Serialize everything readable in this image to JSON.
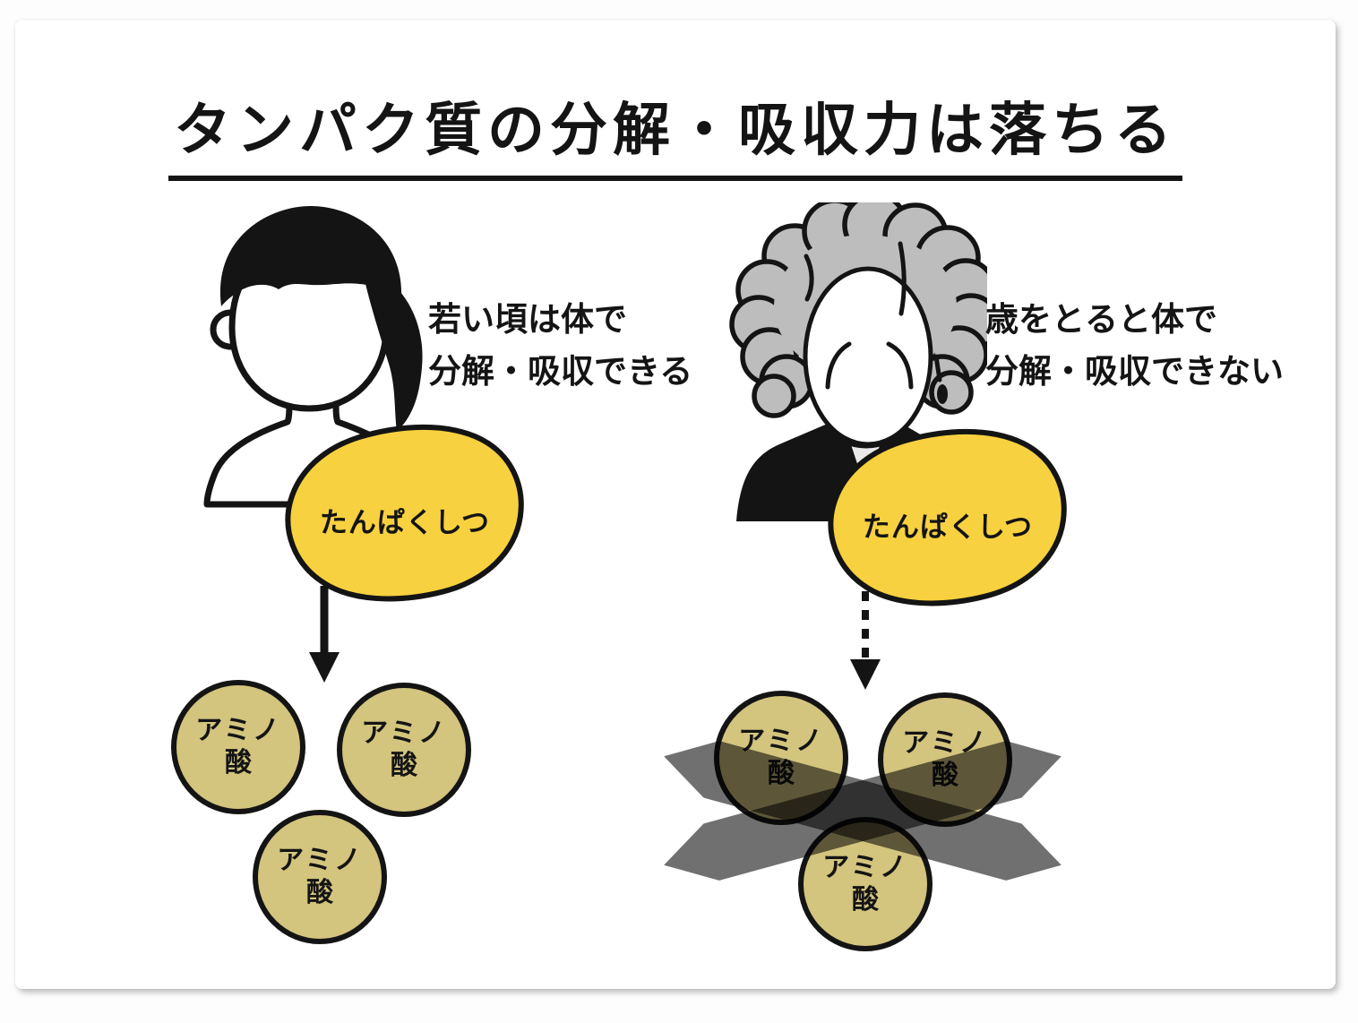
{
  "title": "タンパク質の分解・吸収力は落ちる",
  "colors": {
    "protein_yellow": "#F7D13F",
    "amino_tan": "#D3C47E",
    "cross_gray": "#707070",
    "hair_gray": "#BDBDBD",
    "ink": "#141414"
  },
  "left_panel": {
    "icon": "young-woman-icon",
    "caption": {
      "line1": "若い頃は体で",
      "line2": "分解・吸収できる"
    },
    "protein_label": "たんぱくしつ",
    "arrow_style": "solid",
    "amino_circles": [
      {
        "line1": "アミノ",
        "line2": "酸"
      },
      {
        "line1": "アミノ",
        "line2": "酸"
      },
      {
        "line1": "アミノ",
        "line2": "酸"
      }
    ]
  },
  "right_panel": {
    "icon": "elderly-woman-icon",
    "caption": {
      "line1": "歳をとると体で",
      "line2": "分解・吸収できない"
    },
    "protein_label": "たんぱくしつ",
    "arrow_style": "dotted",
    "crossed_out": true,
    "amino_circles": [
      {
        "line1": "アミノ",
        "line2": "酸"
      },
      {
        "line1": "アミノ",
        "line2": "酸"
      },
      {
        "line1": "アミノ",
        "line2": "酸"
      }
    ]
  }
}
